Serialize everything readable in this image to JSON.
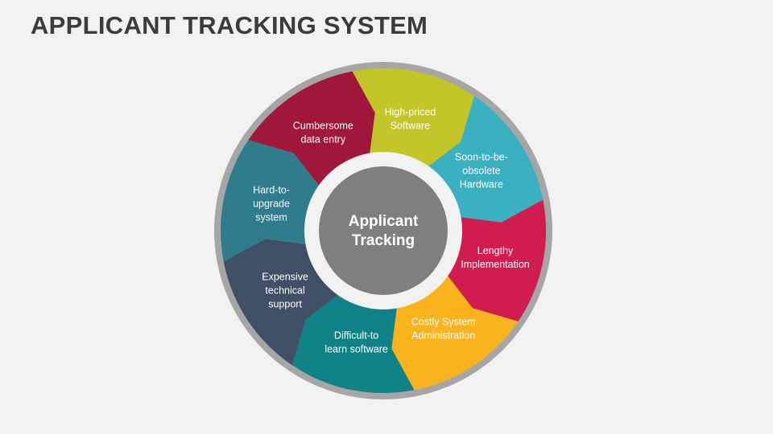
{
  "title": "APPLICANT TRACKING SYSTEM",
  "center": {
    "lines": [
      "Applicant",
      "Tracking"
    ],
    "color": "#7f7f7f"
  },
  "segments": [
    {
      "lines": [
        "High-priced",
        "Software"
      ],
      "color": "#c3c628"
    },
    {
      "lines": [
        "Soon-to-be-",
        "obsolete",
        "Hardware"
      ],
      "color": "#3ab0c0"
    },
    {
      "lines": [
        "Lengthy",
        "Implementation"
      ],
      "color": "#d01c4f"
    },
    {
      "lines": [
        "Costly System",
        "Administration"
      ],
      "color": "#f9b31c"
    },
    {
      "lines": [
        "Difficult-to",
        "learn software"
      ],
      "color": "#0f8288"
    },
    {
      "lines": [
        "Expensive",
        "technical",
        "support"
      ],
      "color": "#3f4f66"
    },
    {
      "lines": [
        "Hard-to-",
        "upgrade",
        "system"
      ],
      "color": "#2e7c8c"
    },
    {
      "lines": [
        "Cumbersome",
        "data entry"
      ],
      "color": "#a0173a"
    }
  ],
  "colors": {
    "outer_ring": "#a6a6a6",
    "inner_ring": "#f2f2f2",
    "background": "#f2f2f2",
    "title": "#3b3b3b"
  }
}
